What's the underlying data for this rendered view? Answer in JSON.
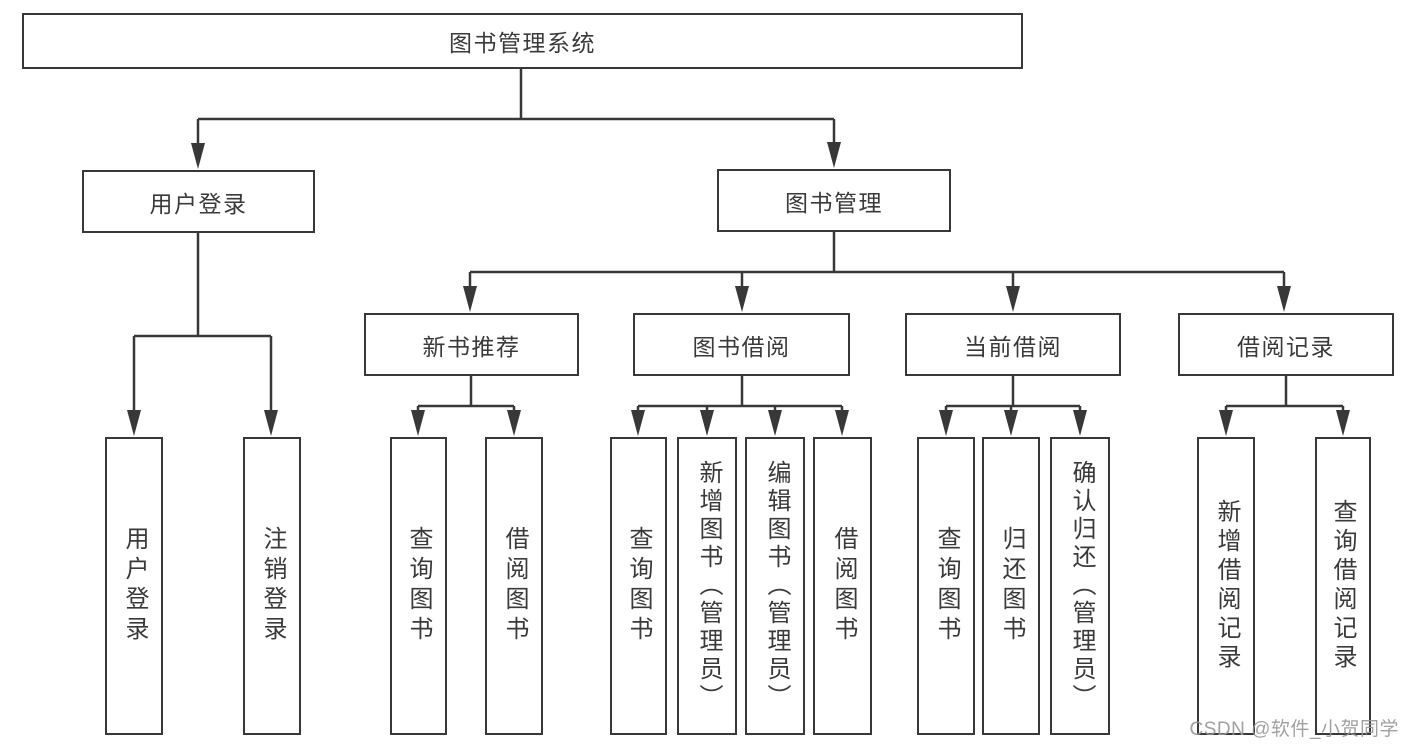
{
  "diagram": {
    "root": "图书管理系统",
    "level2": {
      "user_login": "用户登录",
      "book_mgmt": "图书管理"
    },
    "level3": {
      "new_books": "新书推荐",
      "borrowing": "图书借阅",
      "current": "当前借阅",
      "records": "借阅记录"
    },
    "leaves": {
      "login": "用户登录",
      "logout": "注销登录",
      "nb_query": "查询图书",
      "nb_borrow": "借阅图书",
      "bb_query": "查询图书",
      "bb_add": "新增图书（管理员）",
      "bb_edit": "编辑图书（管理员）",
      "bb_borrow": "借阅图书",
      "cb_query": "查询图书",
      "cb_return": "归还图书",
      "cb_confirm": "确认归还（管理员）",
      "rec_add": "新增借阅记录",
      "rec_query": "查询借阅记录"
    }
  },
  "watermark": "CSDN @软件_小贺同学",
  "colors": {
    "line": "#383838",
    "text": "#3a3a3a",
    "watermark": "#9c9c9c",
    "background": "#ffffff"
  }
}
